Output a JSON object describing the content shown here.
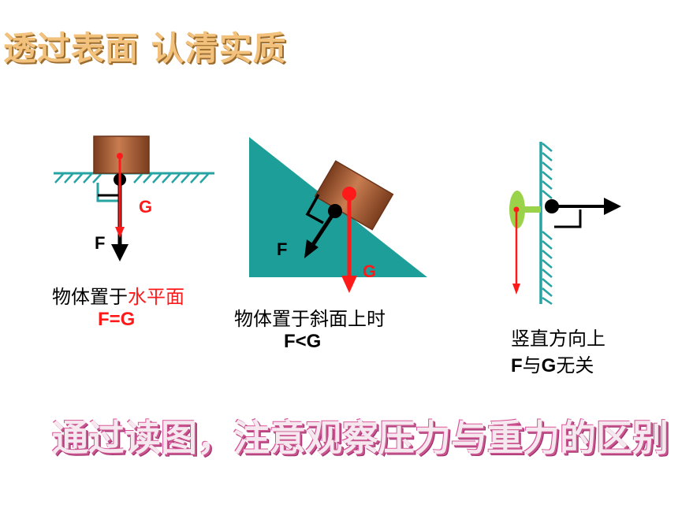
{
  "title": "透过表面  认清实质",
  "bottom_title": "通过读图，注意观察压力与重力的区别",
  "panel1": {
    "caption_prefix": "物体置于",
    "caption_highlight": "水平面",
    "relation": "F=G",
    "force_f": "F",
    "force_g": "G"
  },
  "panel2": {
    "caption": "物体置于斜面上时",
    "relation": "F<G",
    "force_f": "F",
    "force_g": "G"
  },
  "panel3": {
    "caption_line1": "竖直方向上",
    "caption_line2_a": "F",
    "caption_line2_b": "与",
    "caption_line2_c": "G",
    "caption_line2_d": "无关"
  },
  "colors": {
    "surface": "#27a3a3",
    "block": "#b6653a",
    "force_red": "#ff1a1a",
    "force_black": "#000000",
    "green_object": "#8fd33a"
  }
}
